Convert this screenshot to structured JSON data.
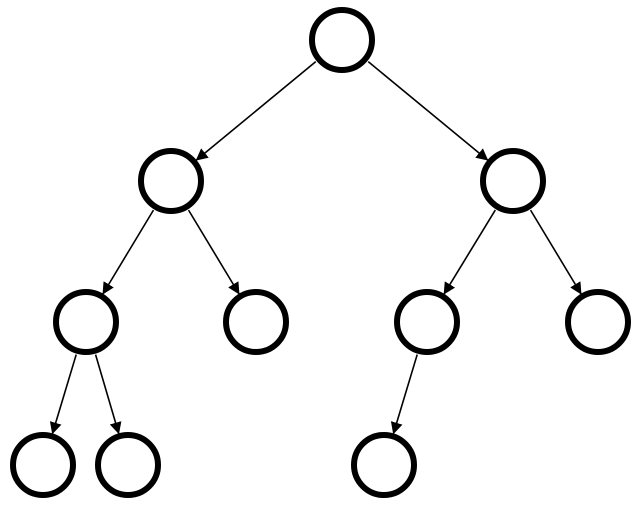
{
  "diagram": {
    "type": "binary-tree",
    "directed": true,
    "colors": {
      "stroke": "#000000",
      "fill": "#ffffff",
      "background": "#ffffff"
    },
    "nodes": [
      {
        "id": "n1",
        "label": ""
      },
      {
        "id": "n2",
        "label": ""
      },
      {
        "id": "n3",
        "label": ""
      },
      {
        "id": "n4",
        "label": ""
      },
      {
        "id": "n5",
        "label": ""
      },
      {
        "id": "n6",
        "label": ""
      },
      {
        "id": "n7",
        "label": ""
      },
      {
        "id": "n8",
        "label": ""
      },
      {
        "id": "n9",
        "label": ""
      },
      {
        "id": "n10",
        "label": ""
      }
    ],
    "edges": [
      {
        "from": "n1",
        "to": "n2"
      },
      {
        "from": "n1",
        "to": "n3"
      },
      {
        "from": "n2",
        "to": "n4"
      },
      {
        "from": "n2",
        "to": "n5"
      },
      {
        "from": "n3",
        "to": "n6"
      },
      {
        "from": "n3",
        "to": "n7"
      },
      {
        "from": "n4",
        "to": "n8"
      },
      {
        "from": "n4",
        "to": "n9"
      },
      {
        "from": "n6",
        "to": "n10"
      }
    ]
  }
}
